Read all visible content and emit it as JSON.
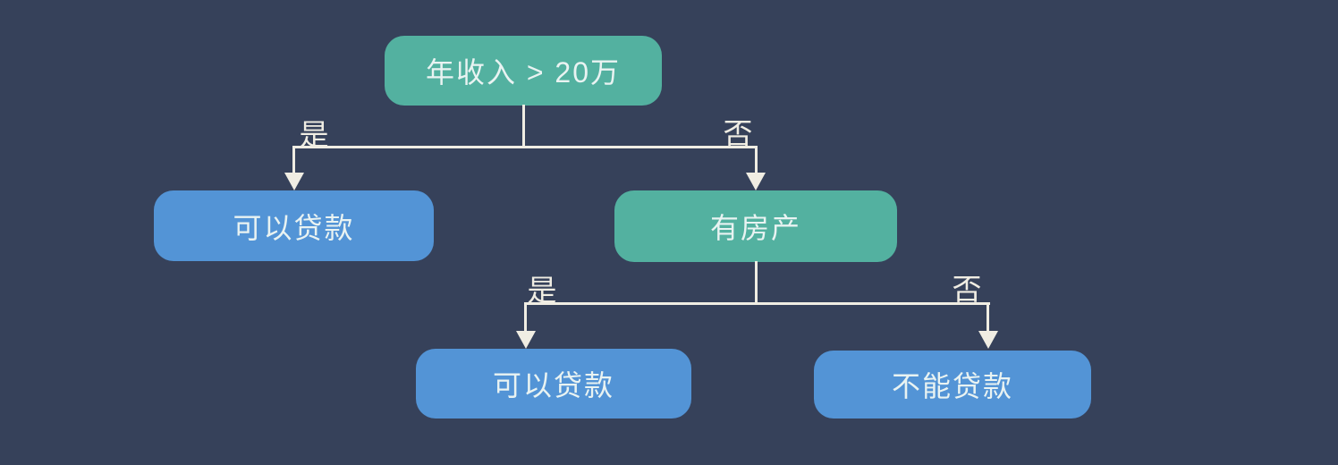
{
  "colors": {
    "background": "#36415A",
    "decision_node": "#53B1A0",
    "result_node": "#5394D6",
    "connector": "#F0EDE3",
    "node_text": "#E9F3F2"
  },
  "diagram": {
    "type": "decision-tree",
    "nodes": [
      {
        "id": "root",
        "label": "年收入 > 20万",
        "kind": "decision"
      },
      {
        "id": "approve-left",
        "label": "可以贷款",
        "kind": "result"
      },
      {
        "id": "has-property",
        "label": "有房产",
        "kind": "decision"
      },
      {
        "id": "approve-bottom",
        "label": "可以贷款",
        "kind": "result"
      },
      {
        "id": "reject",
        "label": "不能贷款",
        "kind": "result"
      }
    ],
    "edges": [
      {
        "from": "root",
        "to": "approve-left",
        "label": "是"
      },
      {
        "from": "root",
        "to": "has-property",
        "label": "否"
      },
      {
        "from": "has-property",
        "to": "approve-bottom",
        "label": "是"
      },
      {
        "from": "has-property",
        "to": "reject",
        "label": "否"
      }
    ]
  }
}
